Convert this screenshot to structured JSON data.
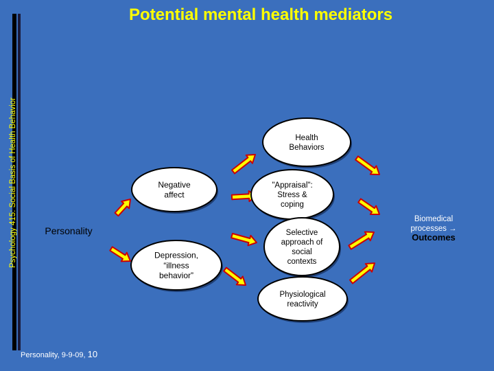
{
  "title": "Potential mental health mediators",
  "sidebar_label": "Psychology 415: Social Basis of Health Behavior",
  "footer": {
    "text": "Personality, 9-9-09,",
    "page": "10"
  },
  "colors": {
    "background": "#3b6fbd",
    "title": "#ffff00",
    "node_fill": "#ffffff",
    "node_border": "#000000",
    "arrow_fill": "#ffff00",
    "arrow_stroke": "#cc0000"
  },
  "nodes": [
    {
      "id": "personality",
      "lines": [
        "Personality"
      ],
      "shape": "none"
    },
    {
      "id": "negative-affect",
      "lines": [
        "Negative",
        "affect"
      ],
      "shape": "ellipse"
    },
    {
      "id": "depression",
      "lines": [
        "Depression,",
        "“illness",
        "behavior”"
      ],
      "shape": "ellipse"
    },
    {
      "id": "health-behaviors",
      "lines": [
        "Health",
        "Behaviors"
      ],
      "shape": "ellipse"
    },
    {
      "id": "appraisal",
      "lines": [
        "\"Appraisal\":",
        "Stress &",
        "coping"
      ],
      "shape": "ellipse"
    },
    {
      "id": "selective-approach",
      "lines": [
        "Selective",
        "approach of",
        "social",
        "contexts"
      ],
      "shape": "ellipse"
    },
    {
      "id": "physiological-reactivity",
      "lines": [
        "Physiological",
        "reactivity"
      ],
      "shape": "ellipse"
    },
    {
      "id": "outcomes",
      "lines": [
        "Biomedical",
        "processes →",
        "Outcomes"
      ],
      "shape": "none"
    }
  ],
  "arrows": [
    {
      "from": "personality",
      "to": "negative-affect"
    },
    {
      "from": "personality",
      "to": "depression"
    },
    {
      "from": "negative-affect",
      "to": "health-behaviors"
    },
    {
      "from": "negative-affect",
      "to": "appraisal"
    },
    {
      "from": "negative-affect",
      "to": "selective-approach"
    },
    {
      "from": "depression",
      "to": "selective-approach"
    },
    {
      "from": "depression",
      "to": "physiological-reactivity"
    },
    {
      "from": "health-behaviors",
      "to": "outcomes"
    },
    {
      "from": "appraisal",
      "to": "outcomes"
    },
    {
      "from": "selective-approach",
      "to": "outcomes"
    },
    {
      "from": "physiological-reactivity",
      "to": "outcomes"
    }
  ]
}
